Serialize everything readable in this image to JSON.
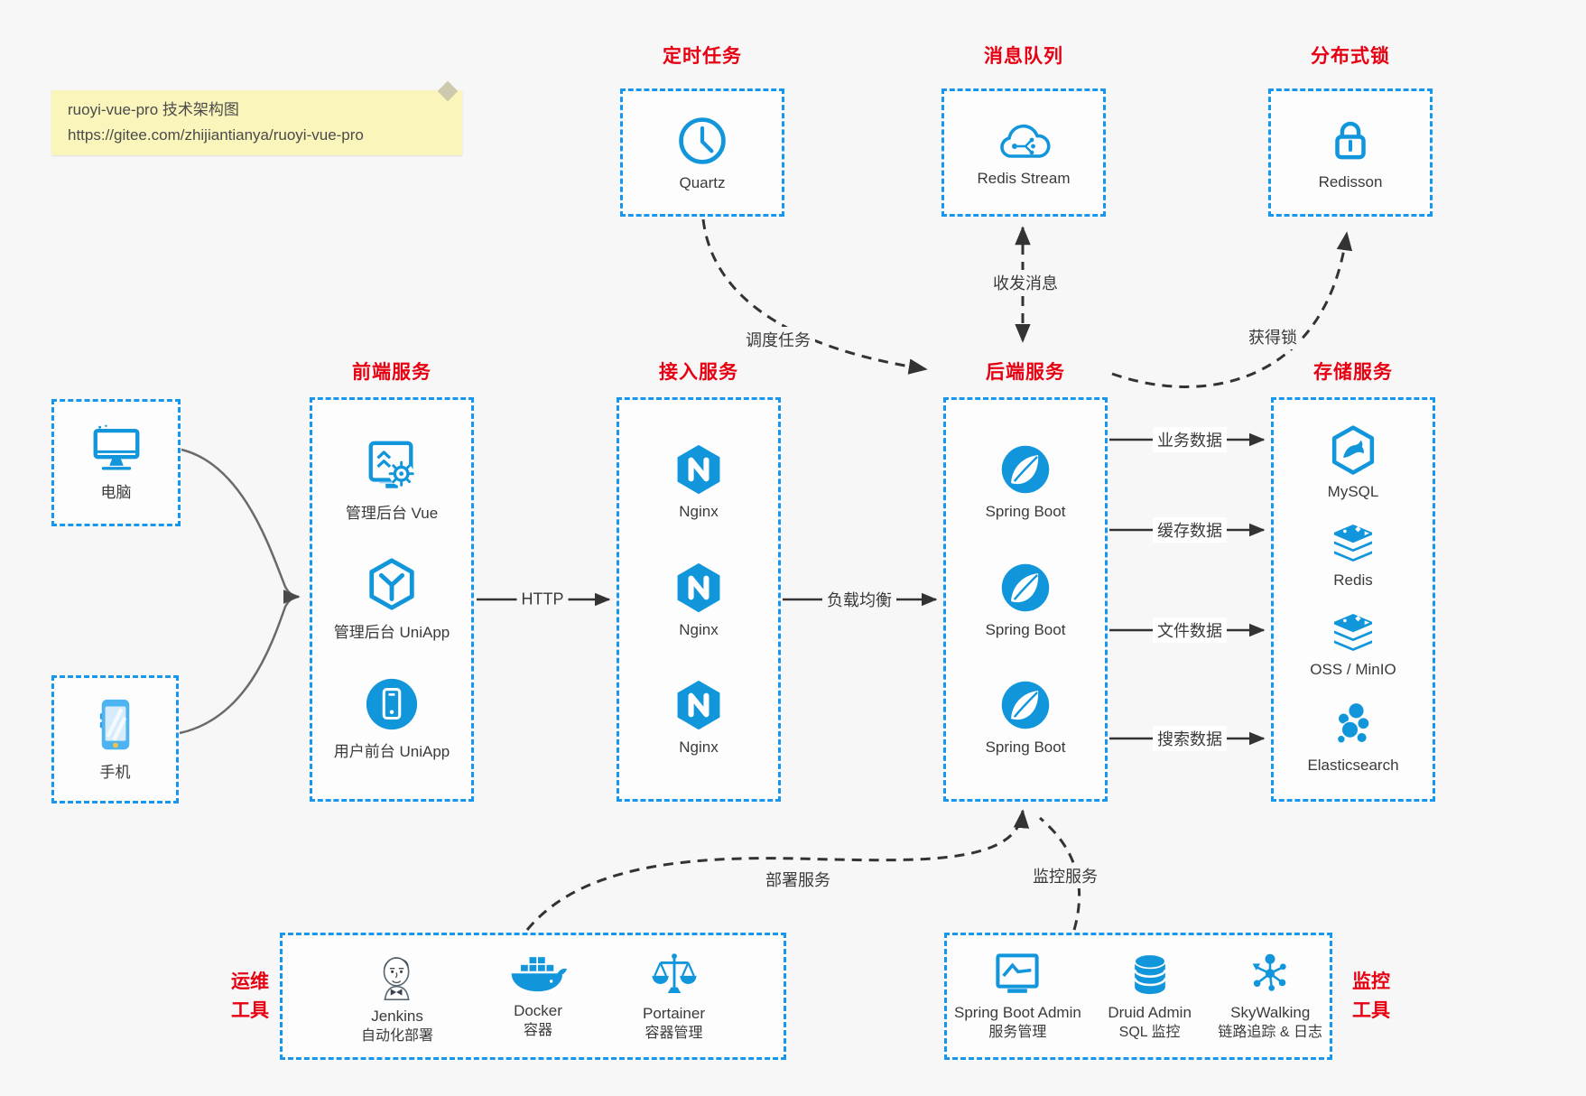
{
  "colors": {
    "accent_blue": "#1296db",
    "border_blue": "#1697ef",
    "title_red": "#e60012",
    "background": "#f7f7f7",
    "arrow_dark": "#333333",
    "note_yellow": "#faf6bb"
  },
  "note": {
    "line1": "ruoyi-vue-pro 技术架构图",
    "line2": "https://gitee.com/zhijiantianya/ruoyi-vue-pro"
  },
  "clients": {
    "computer": "电脑",
    "phone": "手机"
  },
  "scheduler": {
    "title": "定时任务",
    "item": "Quartz"
  },
  "mq": {
    "title": "消息队列",
    "item": "Redis Stream"
  },
  "lock": {
    "title": "分布式锁",
    "item": "Redisson"
  },
  "frontend": {
    "title": "前端服务",
    "items": [
      "管理后台 Vue",
      "管理后台 UniApp",
      "用户前台 UniApp"
    ]
  },
  "gateway": {
    "title": "接入服务",
    "items": [
      "Nginx",
      "Nginx",
      "Nginx"
    ]
  },
  "backend": {
    "title": "后端服务",
    "items": [
      "Spring Boot",
      "Spring Boot",
      "Spring Boot"
    ]
  },
  "storage": {
    "title": "存储服务",
    "items": [
      "MySQL",
      "Redis",
      "OSS / MinIO",
      "Elasticsearch"
    ]
  },
  "ops": {
    "title": [
      "运维",
      "工具"
    ],
    "items": [
      {
        "name": "Jenkins",
        "desc": "自动化部署"
      },
      {
        "name": "Docker",
        "desc": "容器"
      },
      {
        "name": "Portainer",
        "desc": "容器管理"
      }
    ]
  },
  "monitoring": {
    "title": [
      "监控",
      "工具"
    ],
    "items": [
      {
        "name": "Spring Boot Admin",
        "desc": "服务管理"
      },
      {
        "name": "Druid Admin",
        "desc": "SQL 监控"
      },
      {
        "name": "SkyWalking",
        "desc": "链路追踪 & 日志"
      }
    ]
  },
  "edges": {
    "http": "HTTP",
    "load_balance": "负载均衡",
    "business_data": "业务数据",
    "cache_data": "缓存数据",
    "file_data": "文件数据",
    "search_data": "搜索数据",
    "schedule_task": "调度任务",
    "send_receive_message": "收发消息",
    "acquire_lock": "获得锁",
    "deploy_service": "部署服务",
    "monitor_service": "监控服务"
  }
}
